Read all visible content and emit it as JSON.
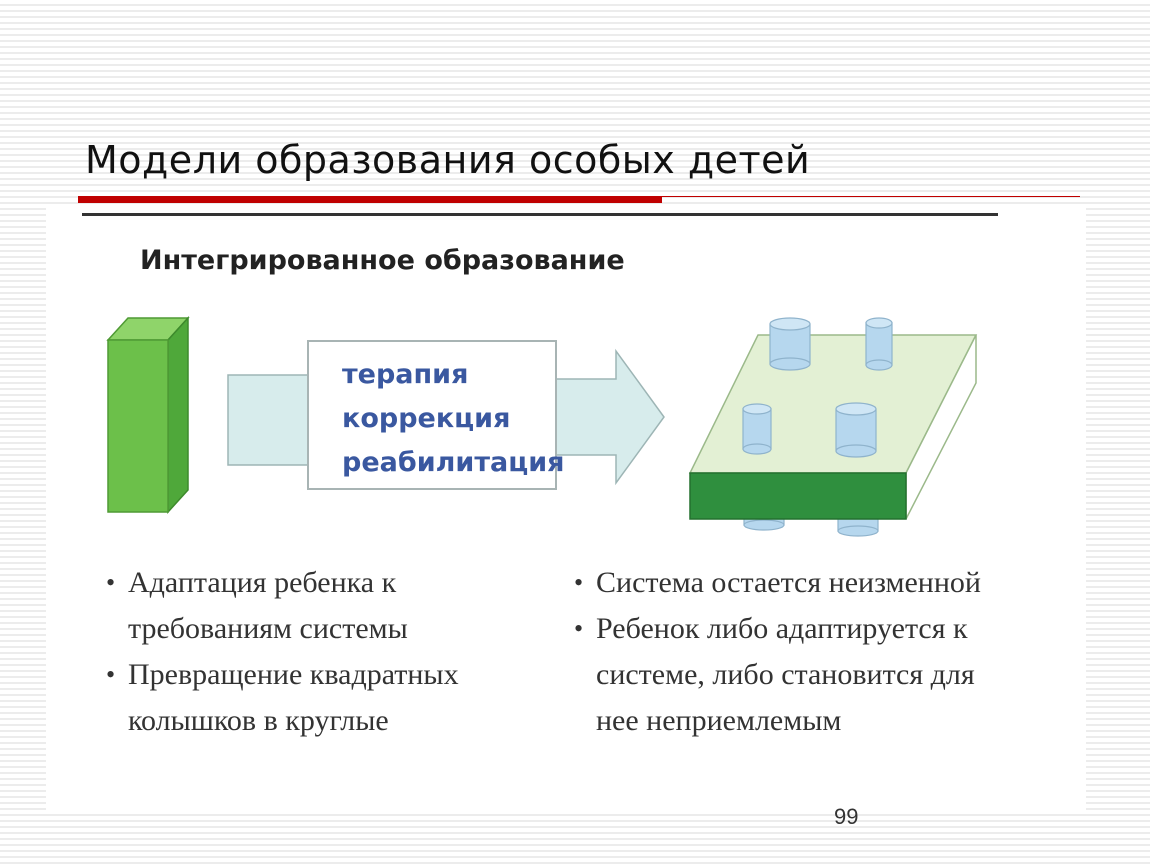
{
  "slide": {
    "title": "Модели образования особых детей",
    "page_number": "99"
  },
  "figure": {
    "heading": "Интегрированное образование",
    "arrow_labels": [
      "терапия",
      "коррекция",
      "реабилитация"
    ],
    "left_bullets": [
      "Адаптация ребенка к требованиям системы",
      "Превращение квадратных колышков в круглые"
    ],
    "right_bullets": [
      "Система остается неизменной",
      "Ребенок либо адаптируется к системе, либо становится для нее неприемлемым"
    ]
  },
  "colors": {
    "accent_red": "#c00000",
    "block_green": "#6cc04a",
    "board_green": "#2f8f3e",
    "board_top": "#e3f0d4",
    "peg_blue": "#b6d7ee",
    "arrow_fill": "#d7ecec",
    "label_blue": "#3a58a0"
  }
}
